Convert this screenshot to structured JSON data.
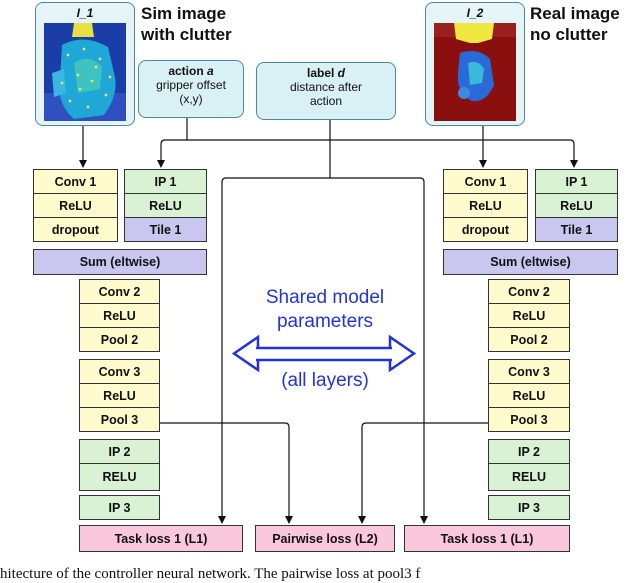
{
  "left_input": {
    "image_label": "I_1",
    "caption_line1": "Sim image",
    "caption_line2": "with clutter"
  },
  "right_input": {
    "image_label": "I_2",
    "caption_line1": "Real image",
    "caption_line2": "no clutter"
  },
  "action_box": {
    "title_plain": "action ",
    "title_var": "a",
    "line1": "gripper offset",
    "line2": "(x,y)"
  },
  "label_box": {
    "title_plain": "label ",
    "title_var": "d",
    "line1": "distance after",
    "line2": "action"
  },
  "left_branch": {
    "conv_stack": [
      "Conv 1",
      "ReLU",
      "dropout"
    ],
    "ip_stack": [
      "IP 1",
      "ReLU",
      "Tile 1"
    ],
    "sum": "Sum (eltwise)",
    "block2": [
      "Conv 2",
      "ReLU",
      "Pool 2"
    ],
    "block3": [
      "Conv 3",
      "ReLU",
      "Pool 3"
    ],
    "block4": [
      "IP 2",
      "RELU",
      "IP 3"
    ],
    "loss": "Task loss 1 (L1)"
  },
  "right_branch": {
    "conv_stack": [
      "Conv 1",
      "ReLU",
      "dropout"
    ],
    "ip_stack": [
      "IP 1",
      "ReLU",
      "Tile 1"
    ],
    "sum": "Sum (eltwise)",
    "block2": [
      "Conv 2",
      "ReLU",
      "Pool 2"
    ],
    "block3": [
      "Conv 3",
      "ReLU",
      "Pool 3"
    ],
    "block4": [
      "IP 2",
      "RELU",
      "IP 3"
    ],
    "loss": "Task loss 1 (L1)"
  },
  "pairwise_loss": "Pairwise loss (L2)",
  "shared": {
    "line1": "Shared model",
    "line2": "parameters",
    "line3": "(all layers)"
  },
  "caption_fragment": "hitecture of the controller neural network. The pairwise loss at pool3 f",
  "colors": {
    "yellow": "#fffbcc",
    "green": "#d9f2d4",
    "purple": "#c9c6f0",
    "pink": "#f9c8dc",
    "shared_text": "#2233dd"
  }
}
